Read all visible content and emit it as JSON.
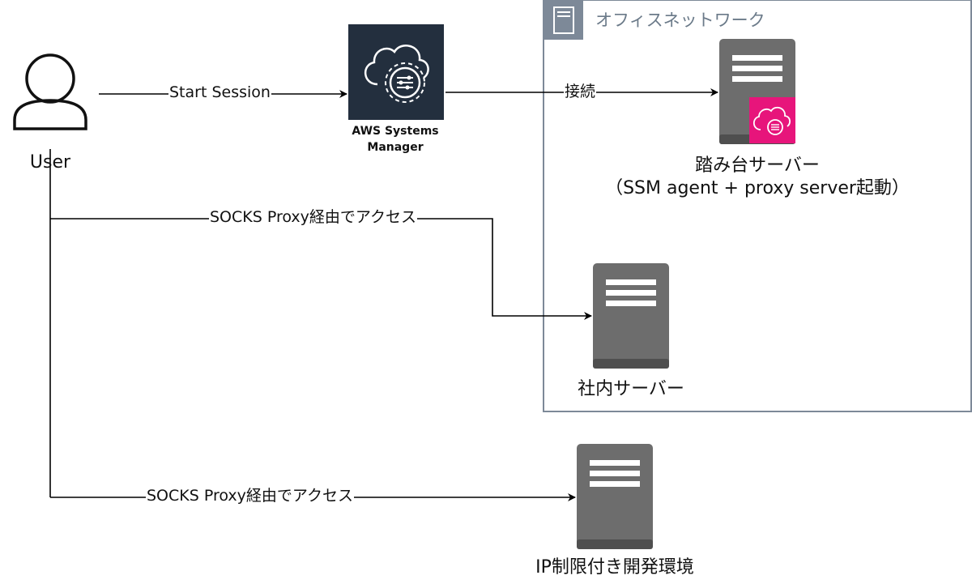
{
  "group": {
    "label": "オフィスネットワーク",
    "border_color": "#7d8998",
    "icon": "server-rack-icon"
  },
  "nodes": {
    "user": {
      "label": "User",
      "icon": "user-icon"
    },
    "ssm": {
      "label_line1": "AWS Systems",
      "label_line2": "Manager",
      "icon": "systems-manager-icon",
      "bg_color": "#232f3e"
    },
    "bastion": {
      "label_line1": "踏み台サーバー",
      "label_line2": "（SSM agent + proxy server起動）",
      "icon": "server-icon",
      "badge_icon": "systems-manager-badge-icon",
      "badge_color": "#e7157b"
    },
    "internal": {
      "label": "社内サーバー",
      "icon": "server-icon"
    },
    "dev": {
      "label": "IP制限付き開発環境",
      "icon": "server-icon"
    }
  },
  "edges": {
    "start_session": "Start Session",
    "connect": "接続",
    "socks_internal": "SOCKS Proxy経由でアクセス",
    "socks_dev": "SOCKS Proxy経由でアクセス"
  },
  "colors": {
    "server_body": "#6d6d6d",
    "server_top": "#7a7a7a",
    "server_bottom": "#4f4f4f",
    "line": "#000000"
  }
}
